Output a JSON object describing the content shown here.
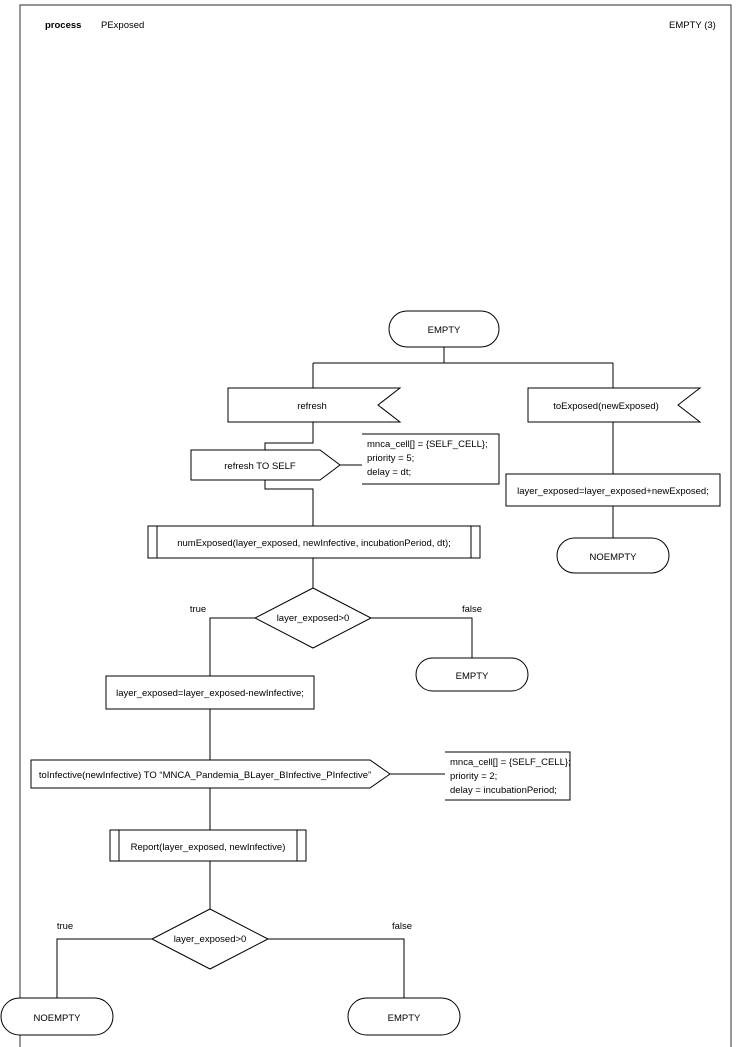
{
  "page": {
    "header": {
      "keyword": "process",
      "name": "PExposed",
      "page_label": "EMPTY (3)"
    },
    "frame_color": "#555555",
    "line_color": "#000000"
  },
  "nodes": {
    "start_state": {
      "label": "EMPTY",
      "type": "state"
    },
    "input_refresh": {
      "label": "refresh",
      "type": "input-signal"
    },
    "input_toexposed": {
      "label": "toExposed(newExposed)",
      "type": "input-signal"
    },
    "output_refresh_self": {
      "label": "refresh TO SELF",
      "type": "output-signal"
    },
    "comment_refresh": {
      "type": "comment",
      "lines": [
        "mnca_cell[] = {SELF_CELL};",
        "priority = 5;",
        "delay = dt;"
      ]
    },
    "task_layer_add": {
      "label": "layer_exposed=layer_exposed+newExposed;",
      "type": "task"
    },
    "state_noempty_right": {
      "label": "NOEMPTY",
      "type": "state"
    },
    "proc_numexposed": {
      "label": "numExposed(layer_exposed, newInfective, incubationPeriod, dt);",
      "type": "procedure-call"
    },
    "decision_1": {
      "label": "layer_exposed>0",
      "type": "decision",
      "true_label": "true",
      "false_label": "false"
    },
    "state_empty_mid": {
      "label": "EMPTY",
      "type": "state"
    },
    "task_layer_sub": {
      "label": "layer_exposed=layer_exposed-newInfective;",
      "type": "task"
    },
    "output_toinfective": {
      "label": "toInfective(newInfective) TO “MNCA_Pandemia_BLayer_BInfective_PInfective”",
      "type": "output-signal"
    },
    "comment_infective": {
      "type": "comment",
      "lines": [
        "mnca_cell[] = {SELF_CELL};",
        "priority = 2;",
        "delay = incubationPeriod;"
      ]
    },
    "proc_report": {
      "label": "Report(layer_exposed, newInfective)",
      "type": "procedure-call"
    },
    "decision_2": {
      "label": "layer_exposed>0",
      "type": "decision",
      "true_label": "true",
      "false_label": "false"
    },
    "state_noempty_bottom": {
      "label": "NOEMPTY",
      "type": "state"
    },
    "state_empty_bottom": {
      "label": "EMPTY",
      "type": "state"
    }
  }
}
